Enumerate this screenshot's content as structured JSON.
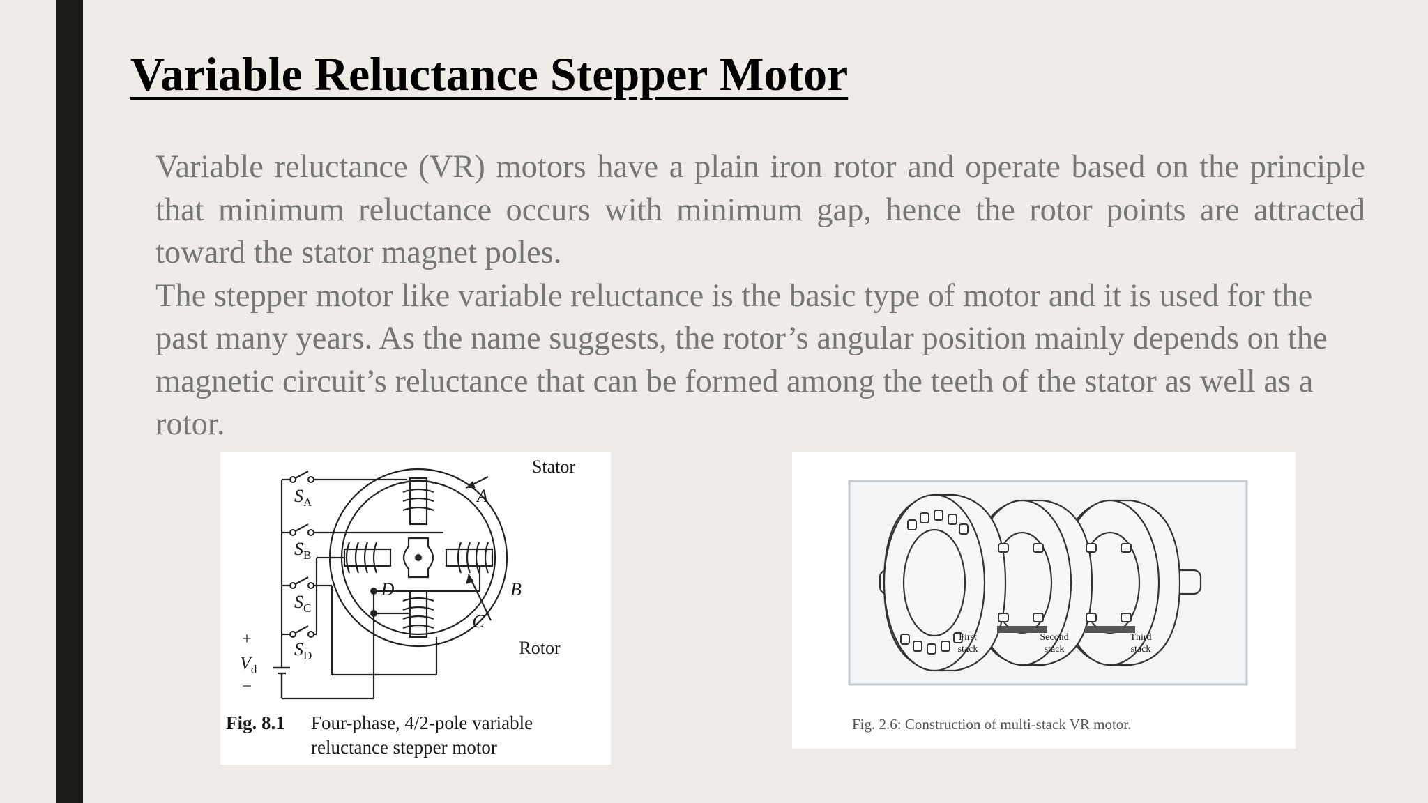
{
  "slide": {
    "title": "Variable Reluctance Stepper Motor",
    "paragraph1": "Variable reluctance (VR) motors have a plain iron rotor and operate based on the principle that minimum reluctance occurs with minimum gap, hence the rotor points are attracted toward the stator magnet poles.",
    "paragraph2": "The stepper motor like variable reluctance is the basic type of motor and it is used for the past many years. As the name suggests, the rotor’s angular position mainly depends on the magnetic circuit’s reluctance that can be formed among the teeth of the stator as well as a rotor."
  },
  "figure1": {
    "stator_label": "Stator",
    "rotor_label": "Rotor",
    "pole_a": "A",
    "pole_b": "B",
    "pole_c": "C",
    "pole_d": "D",
    "switch_a": "S",
    "switch_a_sub": "A",
    "switch_b": "S",
    "switch_b_sub": "B",
    "switch_c": "S",
    "switch_c_sub": "C",
    "switch_d": "S",
    "switch_d_sub": "D",
    "supply_plus": "+",
    "supply_label": "V",
    "supply_sub": "d",
    "supply_minus": "−",
    "caption_number": "Fig. 8.1",
    "caption_line1": "Four-phase, 4/2-pole variable",
    "caption_line2": "reluctance stepper motor"
  },
  "figure2": {
    "stack1_line1": "First",
    "stack1_line2": "stack",
    "stack2_line1": "Second",
    "stack2_line2": "stack",
    "stack3_line1": "Third",
    "stack3_line2": "stack",
    "caption": "Fig. 2.6: Construction of multi-stack VR motor."
  }
}
